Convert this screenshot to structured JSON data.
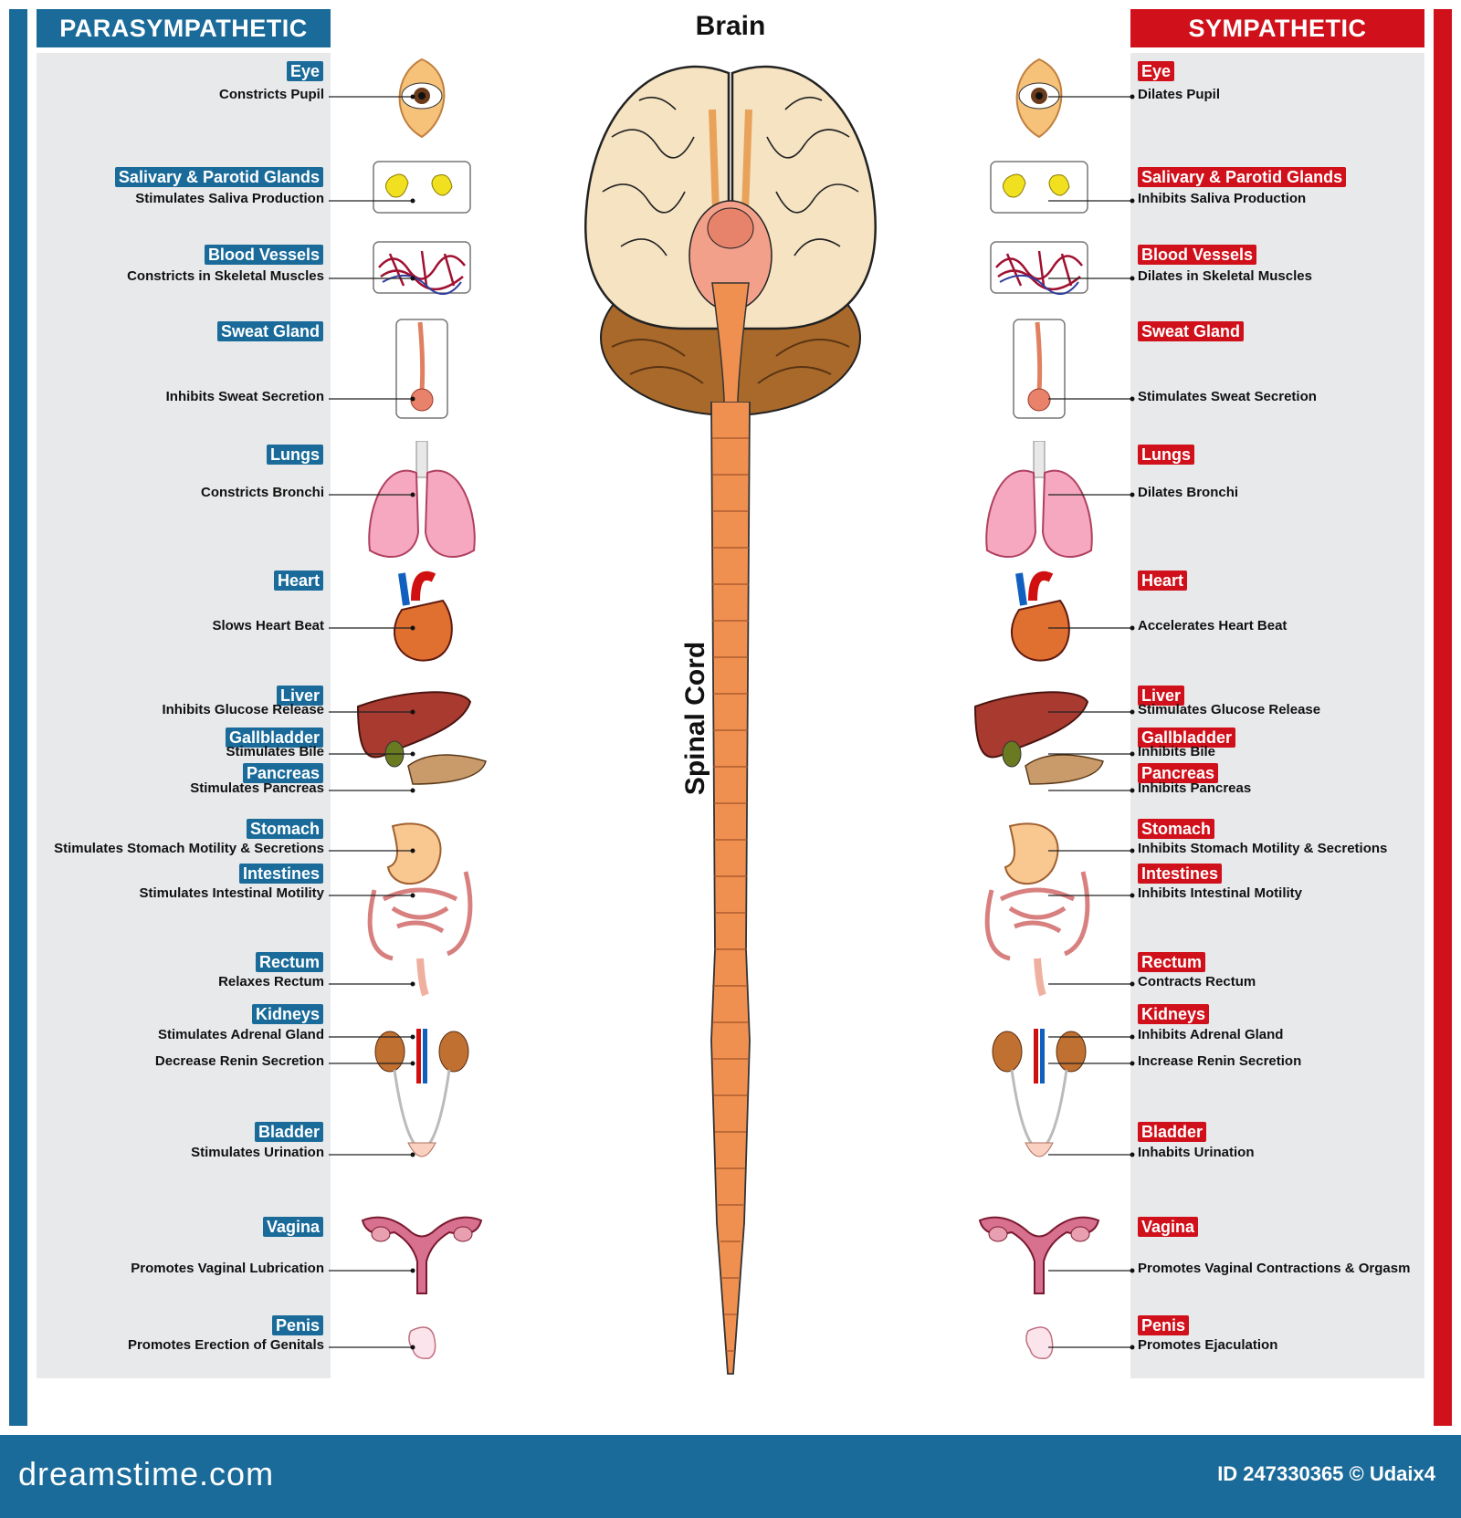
{
  "brain_title": "Brain",
  "spinal_label": "Spinal Cord",
  "para": {
    "title": "PARASYMPATHETIC",
    "items": [
      {
        "organ": "Eye",
        "lines": [
          "Constricts Pupil"
        ]
      },
      {
        "organ": "Salivary & Parotid Glands",
        "lines": [
          "Stimulates Saliva Production"
        ]
      },
      {
        "organ": "Blood Vessels",
        "lines": [
          "Constricts in Skeletal Muscles"
        ]
      },
      {
        "organ": "Sweat Gland",
        "lines": [
          "Inhibits Sweat Secretion"
        ]
      },
      {
        "organ": "Lungs",
        "lines": [
          "Constricts Bronchi"
        ]
      },
      {
        "organ": "Heart",
        "lines": [
          "Slows Heart Beat"
        ]
      },
      {
        "organ": "Liver",
        "lines": [
          "Inhibits Glucose Release"
        ]
      },
      {
        "organ": "Gallbladder",
        "lines": [
          "Stimulates Bile"
        ]
      },
      {
        "organ": "Pancreas",
        "lines": [
          "Stimulates Pancreas"
        ]
      },
      {
        "organ": "Stomach",
        "lines": [
          "Stimulates Stomach Motility & Secretions"
        ]
      },
      {
        "organ": "Intestines",
        "lines": [
          "Stimulates Intestinal Motility"
        ]
      },
      {
        "organ": "Rectum",
        "lines": [
          "Relaxes Rectum"
        ]
      },
      {
        "organ": "Kidneys",
        "lines": [
          "Stimulates Adrenal Gland",
          "Decrease Renin Secretion"
        ]
      },
      {
        "organ": "Bladder",
        "lines": [
          "Stimulates Urination"
        ]
      },
      {
        "organ": "Vagina",
        "lines": [
          "Promotes Vaginal Lubrication"
        ]
      },
      {
        "organ": "Penis",
        "lines": [
          "Promotes Erection of Genitals"
        ]
      }
    ]
  },
  "symp": {
    "title": "SYMPATHETIC",
    "items": [
      {
        "organ": "Eye",
        "lines": [
          "Dilates Pupil"
        ]
      },
      {
        "organ": "Salivary & Parotid Glands",
        "lines": [
          "Inhibits Saliva Production"
        ]
      },
      {
        "organ": "Blood Vessels",
        "lines": [
          "Dilates in Skeletal Muscles"
        ]
      },
      {
        "organ": "Sweat Gland",
        "lines": [
          "Stimulates Sweat Secretion"
        ]
      },
      {
        "organ": "Lungs",
        "lines": [
          "Dilates Bronchi"
        ]
      },
      {
        "organ": "Heart",
        "lines": [
          "Accelerates Heart Beat"
        ]
      },
      {
        "organ": "Liver",
        "lines": [
          "Stimulates Glucose Release"
        ]
      },
      {
        "organ": "Gallbladder",
        "lines": [
          "Inhibits Bile"
        ]
      },
      {
        "organ": "Pancreas",
        "lines": [
          "Inhibits Pancreas"
        ]
      },
      {
        "organ": "Stomach",
        "lines": [
          "Inhibits Stomach Motility & Secretions"
        ]
      },
      {
        "organ": "Intestines",
        "lines": [
          "Inhibits Intestinal Motility"
        ]
      },
      {
        "organ": "Rectum",
        "lines": [
          "Contracts Rectum"
        ]
      },
      {
        "organ": "Kidneys",
        "lines": [
          "Inhibits Adrenal Gland",
          "Increase Renin Secretion"
        ]
      },
      {
        "organ": "Bladder",
        "lines": [
          "Inhabits Urination"
        ]
      },
      {
        "organ": "Vagina",
        "lines": [
          "Promotes Vaginal Contractions & Orgasm"
        ]
      },
      {
        "organ": "Penis",
        "lines": [
          "Promotes Ejaculation"
        ]
      }
    ]
  },
  "footer": {
    "brand": "dreamstime.com",
    "id": "ID 247330365 © Udaix4"
  }
}
